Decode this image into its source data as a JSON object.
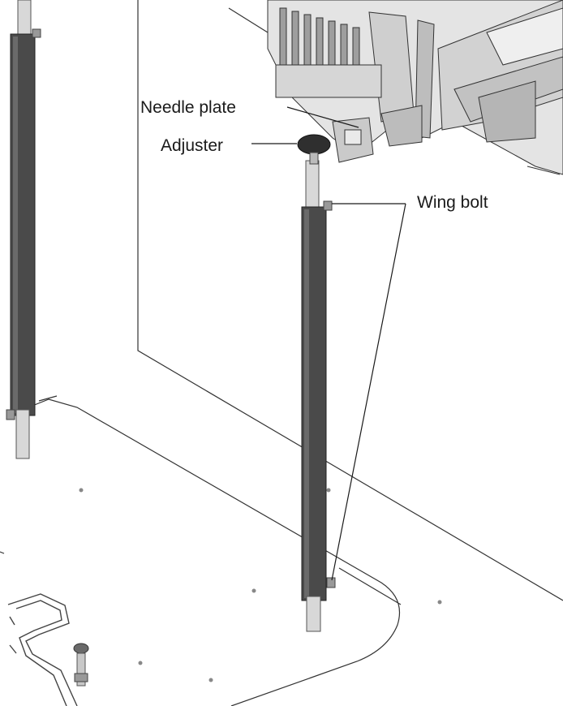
{
  "labels": {
    "needle_plate": "Needle plate",
    "adjuster": "Adjuster",
    "wing_bolt": "Wing bolt"
  },
  "colors": {
    "line": "#2b2b2b",
    "pole_dark": "#4a4a4a",
    "pole_light": "#d8d8d8",
    "machine_light": "#e4e4e4",
    "machine_mid": "#bdbdbd"
  }
}
